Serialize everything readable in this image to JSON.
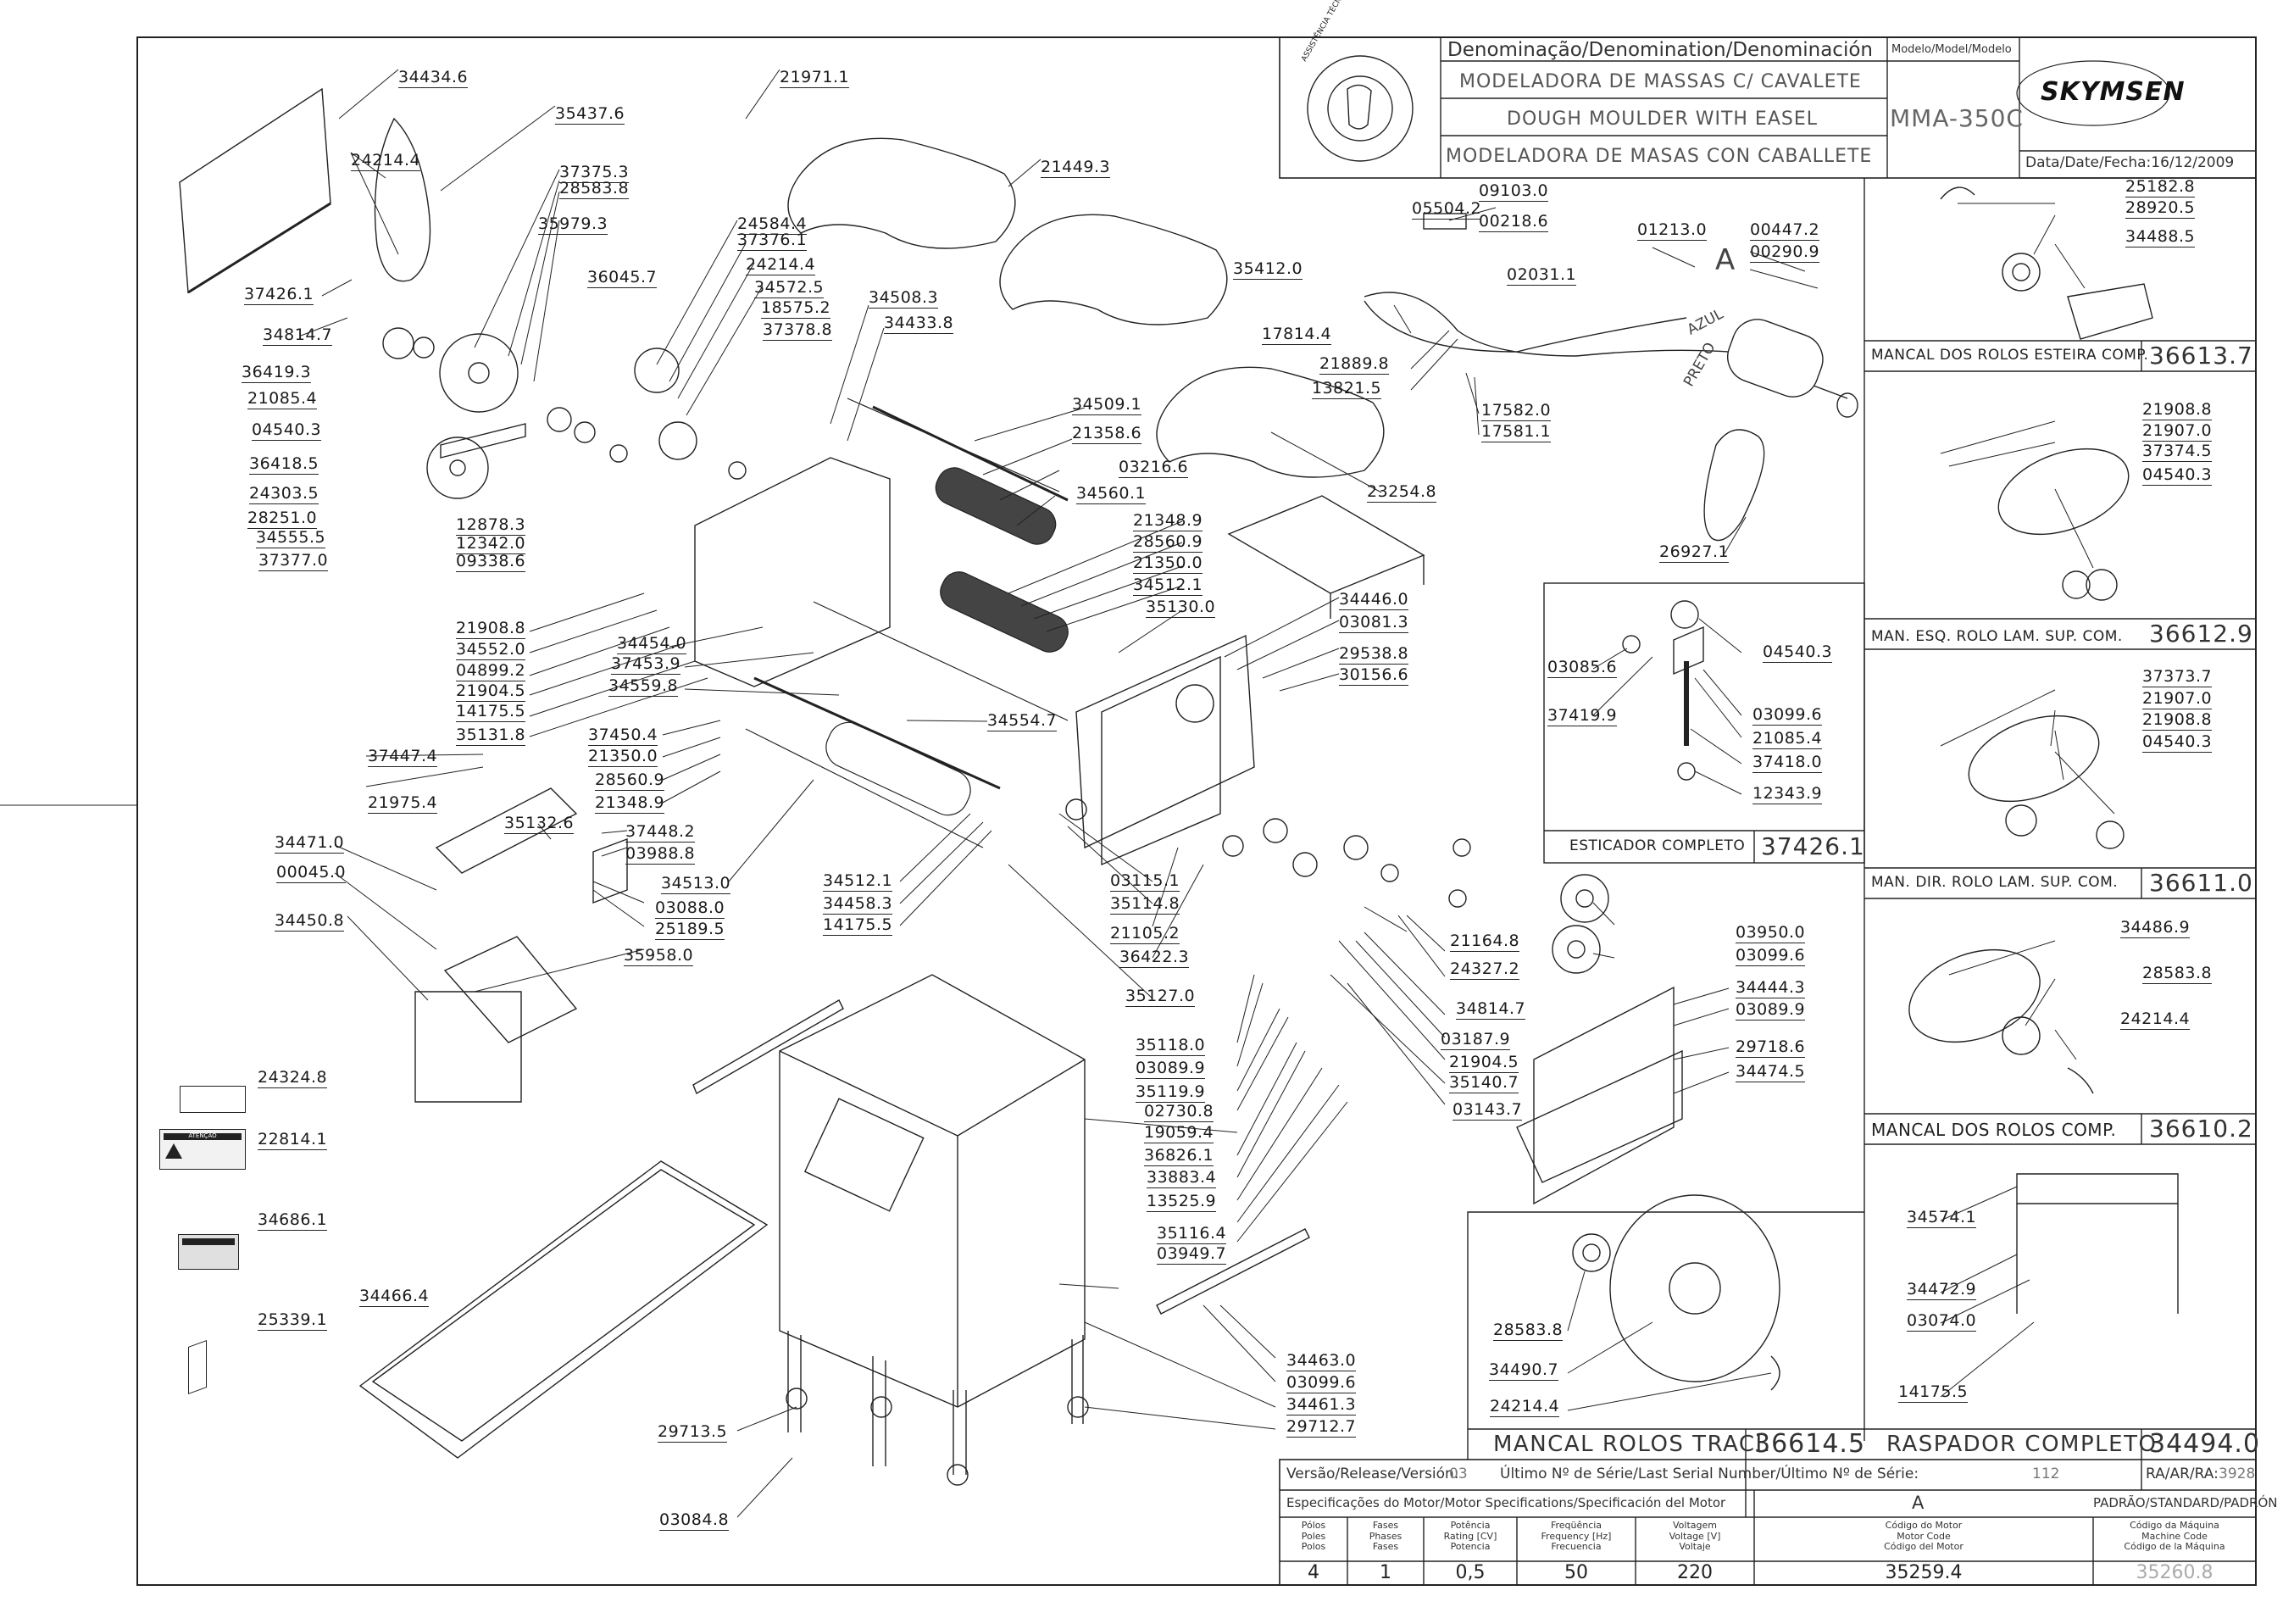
{
  "title_block": {
    "denomination_header": "Denominação/Denomination/Denominación",
    "model_header": "Modelo/Model/Modelo",
    "name_pt": "MODELADORA DE MASSAS C/ CAVALETE",
    "name_en": "DOUGH MOULDER WITH EASEL",
    "name_es": "MODELADORA DE MASAS CON CABALLETE",
    "model": "MMA-350C",
    "brand": "SKYMSEN",
    "date_label": "Data/Date/Fecha:",
    "date_value": "16/12/2009",
    "seal_text": "ASSISTÊNCIA TÉCNICA AUTORIZADA",
    "version_label": "Versão/Release/Versión:",
    "version_value": "03",
    "serial_label": "Último Nº de Série/Last Serial Number/Último Nº de Série:",
    "serial_value": "112",
    "ra_label": "RA/AR/RA:",
    "ra_value": "3928",
    "motor_spec_label": "Especificações do Motor/Motor Specifications/Specificación del Motor",
    "motor_letter": "A",
    "standard_label": "PADRÃO/STANDARD/PADRÓN",
    "spec_headers": {
      "poles": [
        "Pólos",
        "Poles",
        "Polos"
      ],
      "phases": [
        "Fases",
        "Phases",
        "Fases"
      ],
      "power": [
        "Potência",
        "Rating [CV]",
        "Potencia"
      ],
      "frequency": [
        "Freqüência",
        "Frequency [Hz]",
        "Frecuencia"
      ],
      "voltage": [
        "Voltagem",
        "Voltage [V]",
        "Voltaje"
      ],
      "motor_code": [
        "Código do Motor",
        "Motor Code",
        "Código del Motor"
      ],
      "machine_code": [
        "Código da Máquina",
        "Machine Code",
        "Código de la Máquina"
      ]
    },
    "spec_values": {
      "poles": "4",
      "phases": "1",
      "power": "0,5",
      "frequency": "50",
      "voltage": "220",
      "motor_code": "35259.4",
      "machine_code": "35260.8"
    }
  },
  "assembly_panels": [
    {
      "label": "MANCAL DOS ROLOS ESTEIRA COMP.",
      "code": "36613.7"
    },
    {
      "label": "MAN. ESQ. ROLO LAM. SUP. COM.",
      "code": "36612.9"
    },
    {
      "label": "MAN. DIR. ROLO LAM. SUP. COM.",
      "code": "36611.0"
    },
    {
      "label": "MANCAL DOS ROLOS COMP.",
      "code": "36610.2"
    },
    {
      "label": "ESTICADOR COMPLETO",
      "code": "37426.1"
    },
    {
      "label": "MANCAL ROLOS TRACI.",
      "code": "36614.5"
    },
    {
      "label": "RASPADOR COMPLETO",
      "code": "34494.0"
    }
  ],
  "motor_annotations": {
    "view_letter": "A",
    "wire_blue": "AZUL",
    "wire_black": "PRETO"
  },
  "warning_label_text": "ATENÇÃO",
  "part_numbers": [
    "34434.6",
    "35437.6",
    "21971.1",
    "21449.3",
    "24214.4",
    "37375.3",
    "28583.8",
    "35979.3",
    "37426.1",
    "36045.7",
    "24584.4",
    "37376.1",
    "24214.4",
    "34572.5",
    "18575.2",
    "37378.8",
    "34508.3",
    "34433.8",
    "35412.0",
    "34814.7",
    "36419.3",
    "21085.4",
    "04540.3",
    "36418.5",
    "24303.5",
    "28251.0",
    "34555.5",
    "37377.0",
    "12878.3",
    "12342.0",
    "09338.6",
    "34509.1",
    "21358.6",
    "03216.6",
    "34560.1",
    "21348.9",
    "28560.9",
    "21350.0",
    "34512.1",
    "35130.0",
    "21908.8",
    "34552.0",
    "04899.2",
    "21904.5",
    "14175.5",
    "35131.8",
    "34454.0",
    "37453.9",
    "34559.8",
    "34554.7",
    "37450.4",
    "21350.0",
    "28560.9",
    "21348.9",
    "37447.4",
    "21975.4",
    "35132.6",
    "37448.2",
    "03988.8",
    "34471.0",
    "00045.0",
    "34513.0",
    "03088.0",
    "25189.5",
    "35958.0",
    "34450.8",
    "34512.1",
    "34458.3",
    "14175.5",
    "03115.1",
    "35114.8",
    "21105.2",
    "36422.3",
    "35127.0",
    "35118.0",
    "03089.9",
    "35119.9",
    "02730.8",
    "19059.4",
    "36826.1",
    "33883.4",
    "13525.9",
    "35116.4",
    "03949.7",
    "24324.8",
    "22814.1",
    "34686.1",
    "34466.4",
    "25339.1",
    "29713.5",
    "03084.8",
    "34463.0",
    "03099.6",
    "34461.3",
    "29712.7",
    "05504.2",
    "09103.0",
    "00218.6",
    "01213.0",
    "00447.2",
    "00290.9",
    "02031.1",
    "17814.4",
    "21889.8",
    "13821.5",
    "17582.0",
    "17581.1",
    "23254.8",
    "26927.1",
    "34446.0",
    "03081.3",
    "29538.8",
    "30156.6",
    "21164.8",
    "24327.2",
    "34814.7",
    "03187.9",
    "21904.5",
    "35140.7",
    "03143.7",
    "03950.0",
    "03099.6",
    "34444.3",
    "03089.9",
    "29718.6",
    "34474.5",
    "03085.6",
    "04540.3",
    "37419.9",
    "03099.6",
    "21085.4",
    "37418.0",
    "12343.9",
    "25182.8",
    "28920.5",
    "34488.5",
    "21908.8",
    "21907.0",
    "37374.5",
    "04540.3",
    "37373.7",
    "21907.0",
    "21908.8",
    "04540.3",
    "34486.9",
    "28583.8",
    "24214.4",
    "34574.1",
    "34472.9",
    "03074.0",
    "14175.5",
    "28583.8",
    "34490.7",
    "24214.4"
  ]
}
